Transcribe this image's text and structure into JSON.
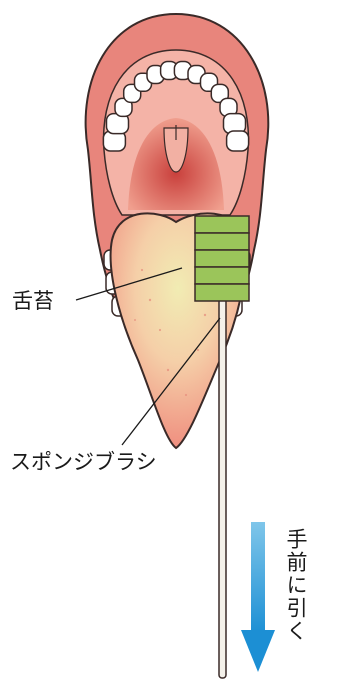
{
  "labels": {
    "tongue_coating": "舌苔",
    "sponge_brush": "スポンジブラシ",
    "direction": "手前に引く"
  },
  "colors": {
    "gum_outer": "#e8857c",
    "gum_inner": "#f4b3a7",
    "throat": "#d84f48",
    "tongue_fill": "#f5c9a8",
    "tongue_tip": "#ef8f80",
    "tongue_coat": "#eef0b5",
    "sponge": "#9bc55a",
    "arrow": "#2a9fd8",
    "outline": "#3a2a28"
  },
  "icons": {
    "arrow": "down-arrow-icon",
    "teeth": "teeth-icon"
  }
}
